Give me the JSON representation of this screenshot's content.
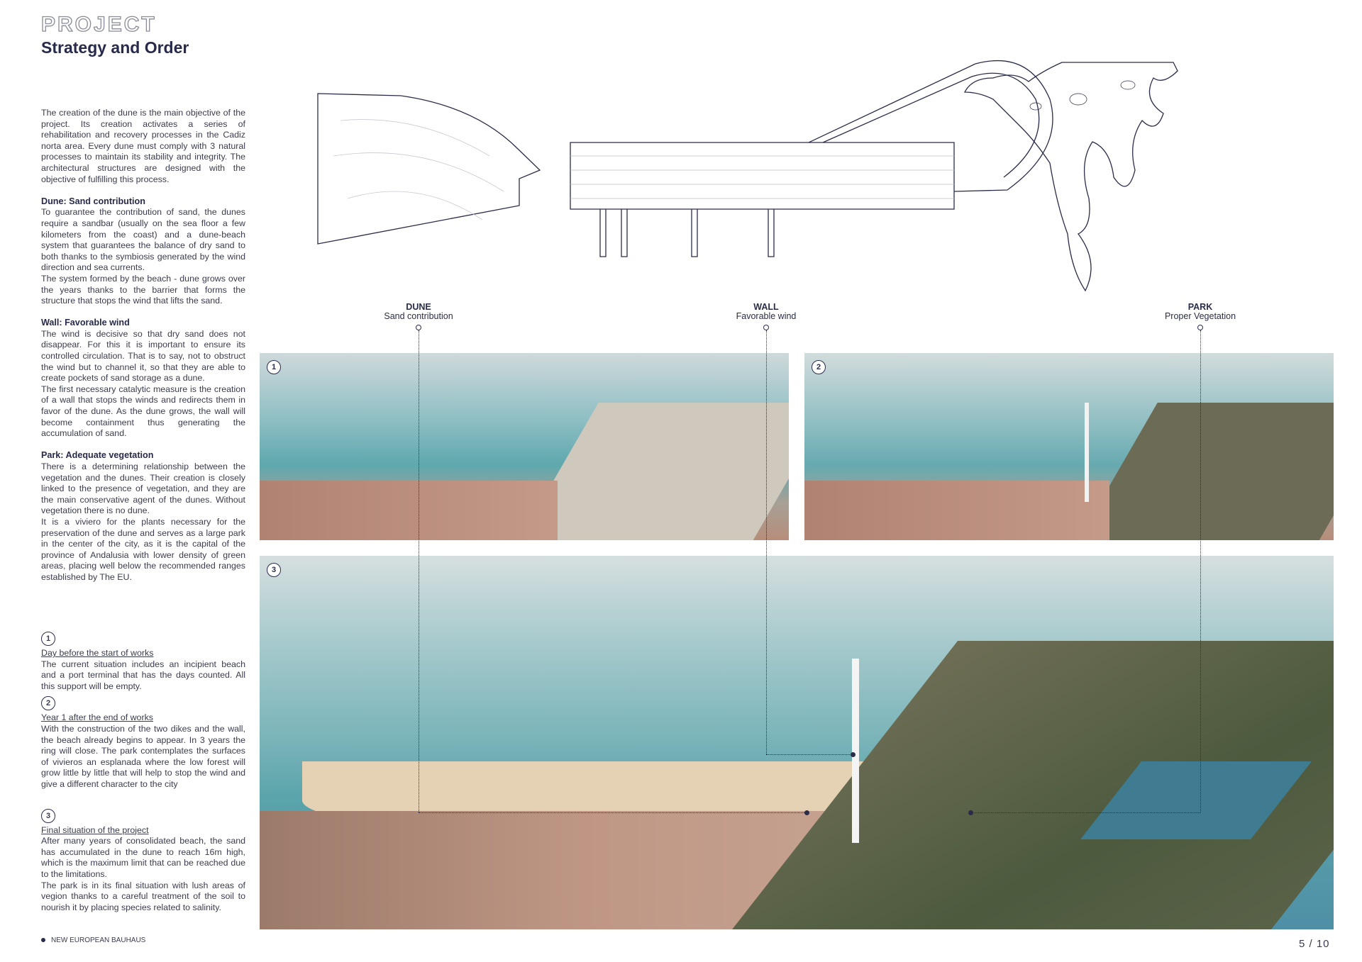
{
  "header": {
    "kicker": "PROJECT",
    "title": "Strategy and Order"
  },
  "intro": "The creation of the dune is the main objective of the project. Its creation activates a series of rehabilitation and recovery processes in the Cadiz norta area. Every dune must comply with 3 natural processes to maintain its stability and integrity. The architectural structures are designed with the objective of fulfilling this process.",
  "sections": [
    {
      "heading": "Dune: Sand contribution",
      "p1": "To guarantee the contribution of sand, the dunes require a sandbar (usually on the sea floor a few kilometers from the coast) and a dune-beach system that guarantees the balance of dry sand to both thanks to the symbiosis generated by the wind direction and sea currents.",
      "p2": "The system formed by the beach - dune grows over the years thanks to the barrier that forms the structure that stops the wind that lifts the sand."
    },
    {
      "heading": "Wall: Favorable wind",
      "p1": "The wind is decisive so that dry sand does not disappear. For this it is important to ensure its controlled circulation. That is to say, not to obstruct the wind but to channel it, so that they are able to create pockets of sand storage as a dune.",
      "p2": "The first necessary catalytic measure is the creation of a wall that stops the winds and redirects them in favor of the dune. As the dune grows, the wall will become containment thus generating the accumulation of sand."
    },
    {
      "heading": "Park: Adequate vegetation",
      "p1": "There is a determining relationship between the vegetation and the dunes. Their creation is closely linked to the presence of vegetation, and they are the main conservative agent of the dunes. Without vegetation there is no dune.",
      "p2": "It is a viviero for the plants necessary for the preservation of the dune and serves as a large park in the center of the city, as it is the capital of the province of Andalusia with lower density of green areas, placing well below the recommended ranges established by The EU."
    }
  ],
  "phases": [
    {
      "num": "1",
      "title": "Day before the start of works",
      "text": "The current situation includes an incipient beach and a port terminal that has the days counted. All this support will be empty."
    },
    {
      "num": "2",
      "title": "Year 1 after the end of works",
      "text": "With the construction of the two dikes and the wall, the beach already begins to appear. In 3 years the ring will close. The park contemplates the surfaces of vivieros an esplanada where the low forest will grow little by little that will help to stop the wind and give a different character to the city"
    },
    {
      "num": "3",
      "title": "Final situation of the project",
      "text": "After many years of consolidated beach, the sand has accumulated in the dune to reach 16m high, which is the maximum limit that can be reached due to the limitations.",
      "text2": "The park is in its final situation with lush areas of vegion thanks to a careful treatment of the soil to nourish it by placing species related to salinity."
    }
  ],
  "labels": [
    {
      "title": "DUNE",
      "sub": "Sand contribution"
    },
    {
      "title": "WALL",
      "sub": "Favorable wind"
    },
    {
      "title": "PARK",
      "sub": "Proper Vegetation"
    }
  ],
  "footer": {
    "brand": "NEW EUROPEAN BAUHAUS",
    "page": "5 / 10"
  },
  "colors": {
    "ink": "#2a2d4a",
    "sea": "#6fa8b0",
    "sand": "#e6d3b5",
    "park": "#5e5f48"
  }
}
